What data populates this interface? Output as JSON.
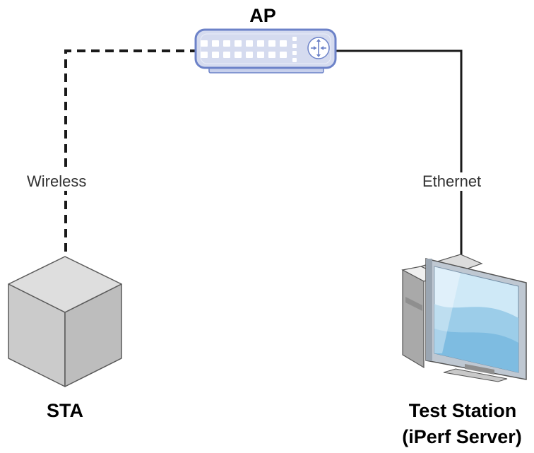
{
  "nodes": {
    "ap": {
      "label": "AP",
      "icon": "router-icon"
    },
    "sta": {
      "label": "STA",
      "icon": "cube-icon"
    },
    "test_station": {
      "label_line1": "Test Station",
      "label_line2": "(iPerf Server)",
      "icon": "desktop-computer-icon"
    }
  },
  "edges": {
    "wireless": {
      "label": "Wireless",
      "style": "dashed"
    },
    "ethernet": {
      "label": "Ethernet",
      "style": "solid"
    }
  },
  "colors": {
    "router_fill": "#D5DBEF",
    "router_stroke": "#6C82C8",
    "cube_fill": "#D3D3D3",
    "link": "#1A1A1A"
  }
}
